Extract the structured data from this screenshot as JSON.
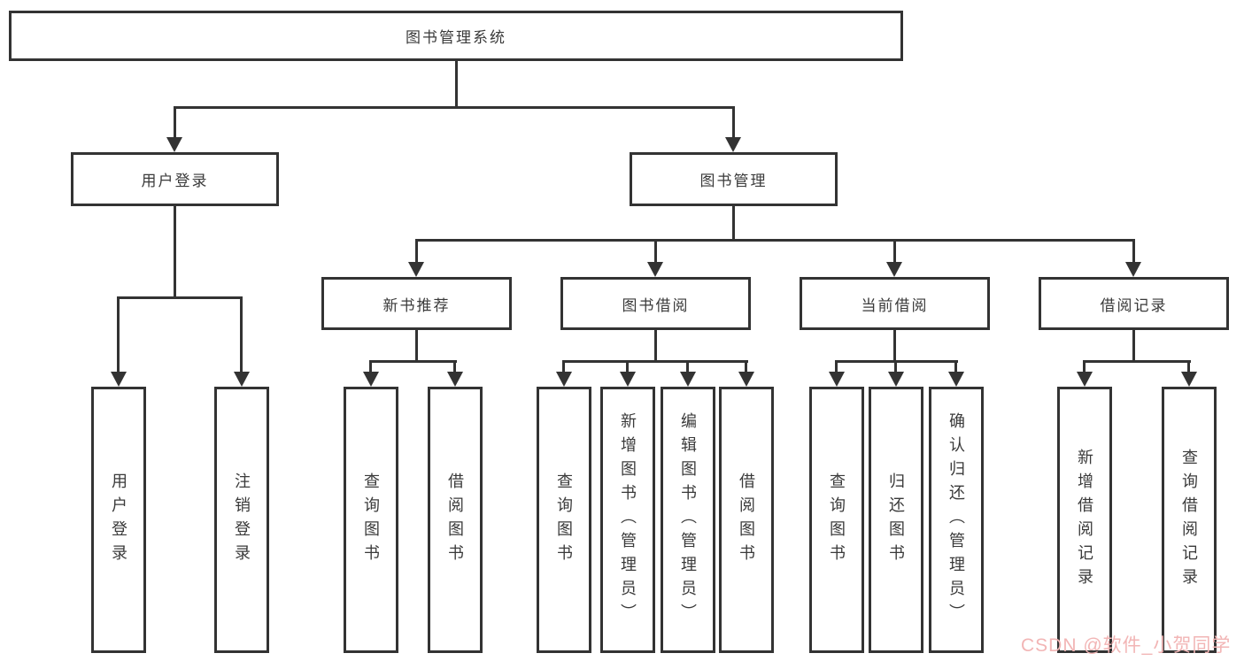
{
  "tree": {
    "root": "图书管理系统",
    "branches": [
      {
        "label": "用户登录",
        "children": [
          "用户登录",
          "注销登录"
        ]
      },
      {
        "label": "图书管理",
        "children": [
          {
            "label": "新书推荐",
            "children": [
              "查询图书",
              "借阅图书"
            ]
          },
          {
            "label": "图书借阅",
            "children": [
              "查询图书",
              "新增图书（管理员）",
              "编辑图书（管理员）",
              "借阅图书"
            ]
          },
          {
            "label": "当前借阅",
            "children": [
              "查询图书",
              "归还图书",
              "确认归还（管理员）"
            ]
          },
          {
            "label": "借阅记录",
            "children": [
              "新增借阅记录",
              "查询借阅记录"
            ]
          }
        ]
      }
    ]
  },
  "watermark": {
    "text": "CSDN @软件_小贺同学",
    "color": "#f2b5b5"
  },
  "colors": {
    "line": "#333333",
    "text": "#3a3a3a",
    "background": "#ffffff"
  }
}
